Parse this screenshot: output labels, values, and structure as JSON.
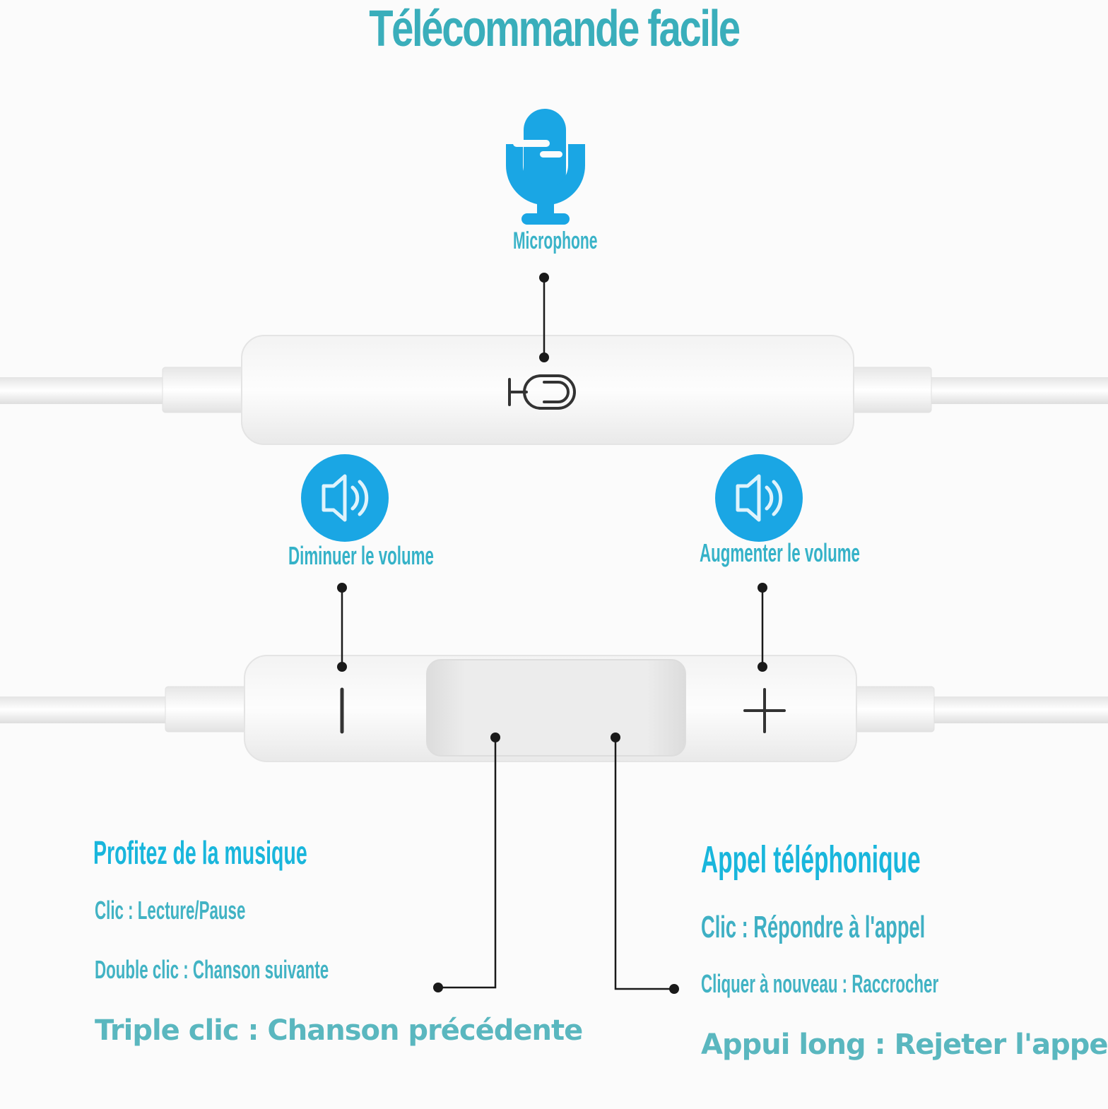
{
  "title": "Télécommande facile",
  "microphone": {
    "label": "Microphone",
    "icon": "microphone-icon"
  },
  "volume_down": {
    "label": "Diminuer le volume",
    "icon": "speaker-icon"
  },
  "volume_up": {
    "label": "Augmenter le volume",
    "icon": "speaker-icon"
  },
  "music": {
    "title": "Profitez de la musique",
    "lines": [
      "Clic : Lecture/Pause",
      "Double clic : Chanson suivante",
      "Triple clic : Chanson précédente"
    ]
  },
  "call": {
    "title": "Appel téléphonique",
    "lines": [
      "Clic : Répondre à l'appel",
      "Cliquer à nouveau : Raccrocher",
      "Appui long : Rejeter l'appel"
    ]
  },
  "colors": {
    "accent": "#3aaebb",
    "icon_blue": "#19a9e6",
    "title_blue": "#19b6dc"
  }
}
